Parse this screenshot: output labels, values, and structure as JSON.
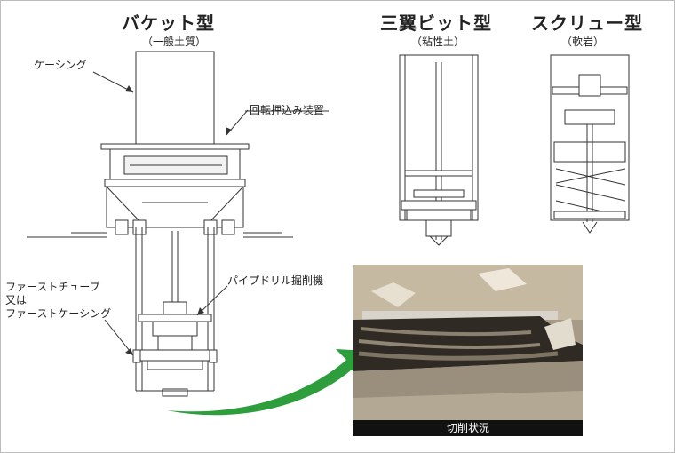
{
  "titles": {
    "bucket": "バケット型",
    "bucket_sub": "（一般土質）",
    "tri": "三翼ビット型",
    "tri_sub": "（粘性土）",
    "screw": "スクリュー型",
    "screw_sub": "（軟岩）"
  },
  "labels": {
    "casing": "ケーシング",
    "rotary": "回転押込み装置",
    "first_tube_1": "ファーストチューブ",
    "first_tube_2": "又は",
    "first_tube_3": "ファーストケーシング",
    "drill": "パイプドリル掘削機"
  },
  "caption": "切削状況",
  "colors": {
    "arrow": "#2e9e3c",
    "line": "#333333"
  }
}
